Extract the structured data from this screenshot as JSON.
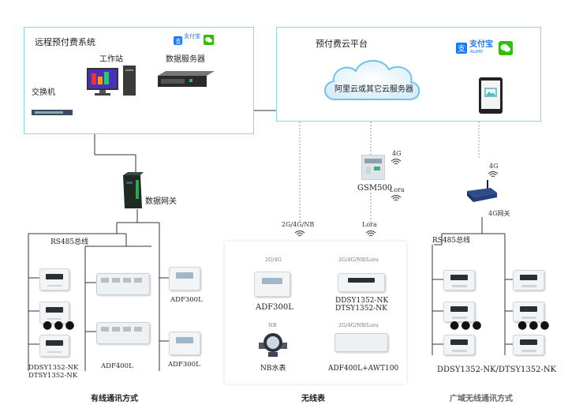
{
  "left_panel": {
    "title": "远程预付费系统",
    "workstation": "工作站",
    "data_server": "数据服务器",
    "switch": "交换机"
  },
  "right_panel": {
    "title": "预付费云平台",
    "cloud": "阿里云或其它云服务器"
  },
  "payment": {
    "alipay": "支付宝",
    "alipay_en": "ALIPAY"
  },
  "gateway": {
    "label": "数据网关"
  },
  "gsm": {
    "label": "GSM500",
    "signal_4g": "4G",
    "signal_lora": "Lora"
  },
  "gw4g": {
    "signal": "4G",
    "label": "4G网关"
  },
  "links": {
    "nb": "2G/4G/NB",
    "lora": "Lora"
  },
  "wired": {
    "bus": "RS485总线",
    "meter_a": "DDSY1352-NK\nDTSY1352-NK",
    "meter_b": "ADF400L",
    "meter_c1": "ADF300L",
    "meter_c2": "ADF300L",
    "caption": "有线通讯方式"
  },
  "wireless": {
    "d1_tag": "2G/4G",
    "d1": "ADF300L",
    "d2_tag": "2G/4G/NB/Lora",
    "d2": "DDSY1352-NK\nDTSY1352-NK",
    "d3_tag": "NB",
    "d3": "NB水表",
    "d4_tag": "2G/4G/NB/Lora",
    "d4": "ADF400L+AWT100",
    "caption": "无线表"
  },
  "gw_side": {
    "bus": "RS485总线",
    "meter": "DDSY1352-NK/DTSY1352-NK",
    "caption": "广域无线通讯方式"
  },
  "colors": {
    "border": "#8fd3ee",
    "alipay": "#1677ff",
    "wechat": "#2dc100"
  },
  "icons": [
    "alipay-logo",
    "wechat-logo",
    "workstation-icon",
    "server-icon",
    "switch-icon",
    "cloud-icon",
    "tablet-icon",
    "gateway-icon",
    "gsm-icon",
    "4g-gateway-icon",
    "meter-icon",
    "water-meter-icon",
    "wifi-icon"
  ]
}
